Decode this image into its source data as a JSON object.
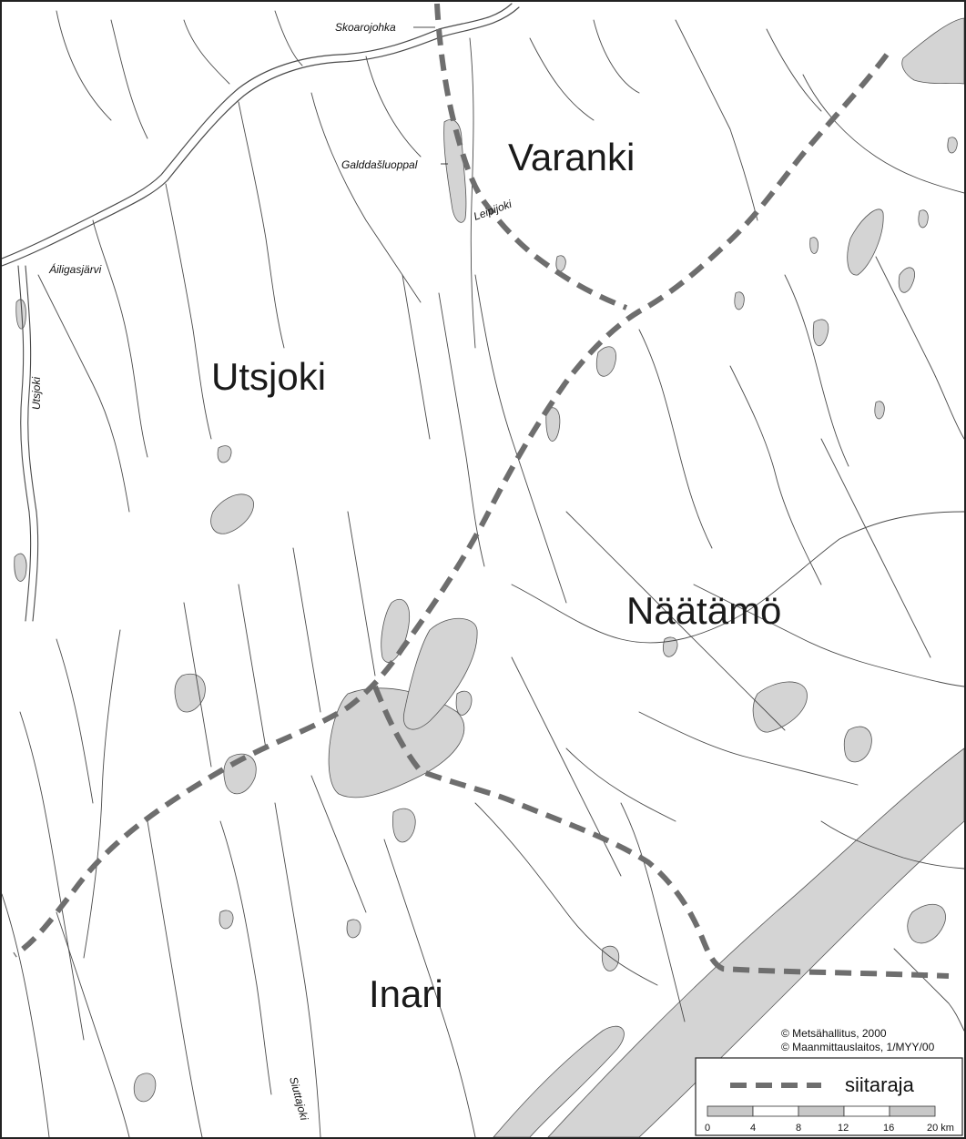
{
  "map": {
    "colors": {
      "water": "#d4d4d4",
      "river": "#4a4a4a",
      "boundary": "#6e6e6e",
      "ink": "#111111",
      "background": "#ffffff"
    },
    "regions": {
      "varanki": "Varanki",
      "utsjoki": "Utsjoki",
      "naatamo": "Näätämö",
      "inari": "Inari"
    },
    "rivers": {
      "skoarojohka": "Skoarojohka",
      "galddasluoppal": "Galddašluoppal",
      "leipijoki": "Leipijoki",
      "ailigasjarvi": "Áiligasjärvi",
      "utsjoki": "Utsjoki",
      "siuttajoki": "Siuttajoki"
    },
    "copyright": {
      "line1": "© Metsähallitus, 2000",
      "line2": "© Maanmittauslaitos, 1/MYY/00"
    },
    "legend": {
      "boundary_label": "siitaraja",
      "scale": {
        "ticks": [
          "0",
          "4",
          "8",
          "12",
          "16"
        ],
        "last": "20 km"
      }
    }
  }
}
